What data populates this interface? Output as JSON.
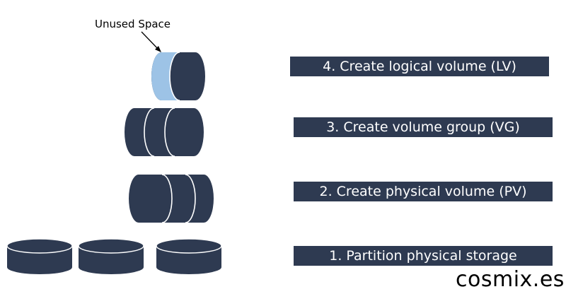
{
  "annotation": "Unused Space",
  "steps": [
    "4. Create logical volume (LV)",
    "3. Create volume group (VG)",
    "2. Create physical volume (PV)",
    "1. Partition physical storage"
  ],
  "watermark": "cosmix.es",
  "colors": {
    "volume_fill": "#2e3a51",
    "unused_fill": "#9dc3e6",
    "segment_line": "#ffffff",
    "label_bg": "#2e3a51",
    "label_text": "#ffffff"
  }
}
